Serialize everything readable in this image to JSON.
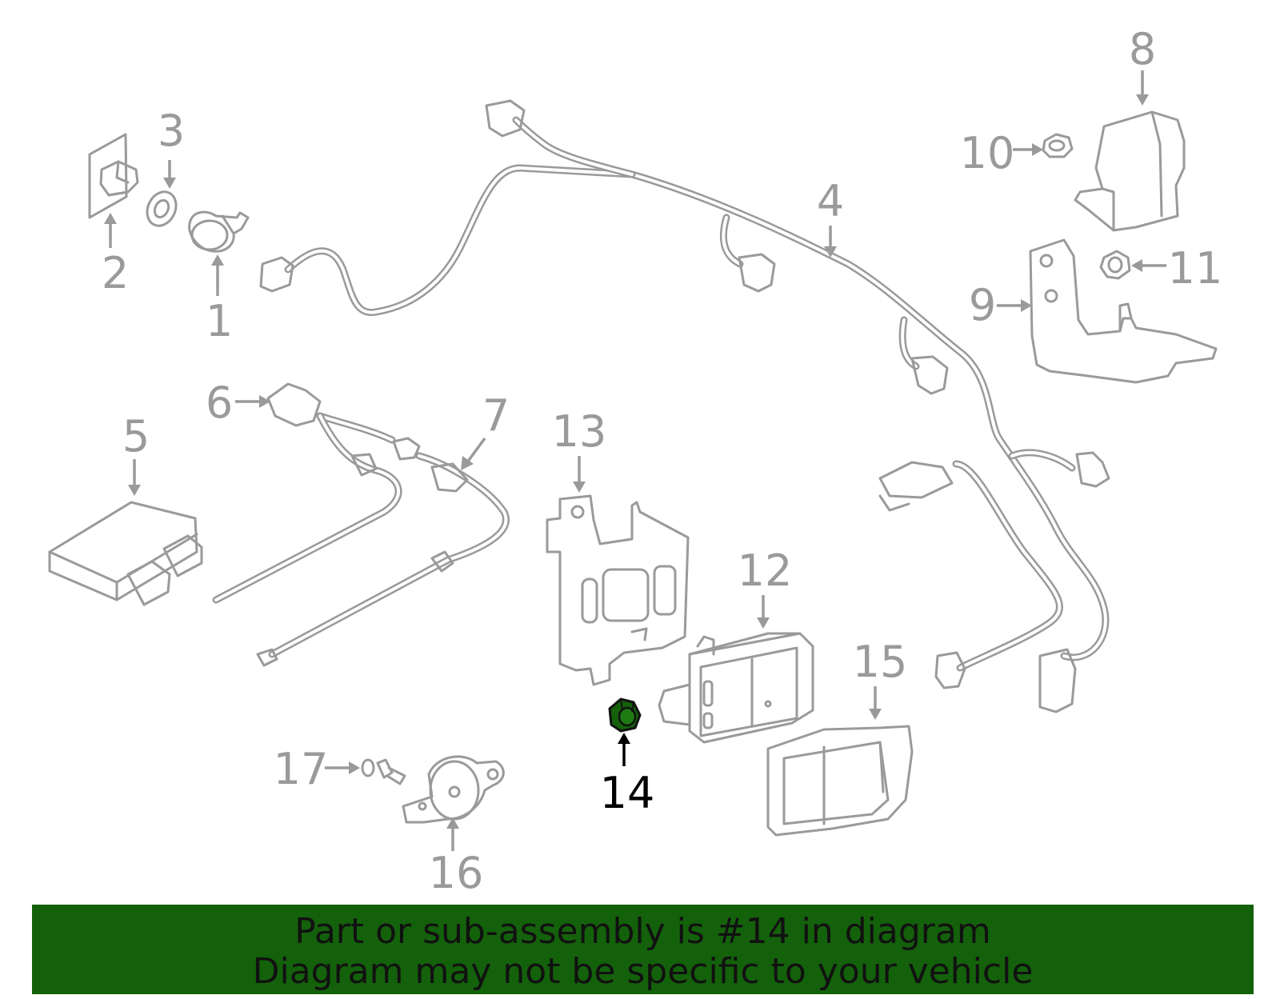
{
  "diagram": {
    "highlight_color": "#14610b",
    "callouts": [
      {
        "id": "1",
        "label": "1"
      },
      {
        "id": "2",
        "label": "2"
      },
      {
        "id": "3",
        "label": "3"
      },
      {
        "id": "4",
        "label": "4"
      },
      {
        "id": "5",
        "label": "5"
      },
      {
        "id": "6",
        "label": "6"
      },
      {
        "id": "7",
        "label": "7"
      },
      {
        "id": "8",
        "label": "8"
      },
      {
        "id": "9",
        "label": "9"
      },
      {
        "id": "10",
        "label": "10"
      },
      {
        "id": "11",
        "label": "11"
      },
      {
        "id": "12",
        "label": "12"
      },
      {
        "id": "13",
        "label": "13"
      },
      {
        "id": "14",
        "label": "14",
        "highlighted": true
      },
      {
        "id": "15",
        "label": "15"
      },
      {
        "id": "16",
        "label": "16"
      },
      {
        "id": "17",
        "label": "17"
      }
    ]
  },
  "banner": {
    "line1": "Part or sub-assembly is #14 in diagram",
    "line2": "Diagram may not be specific to your vehicle",
    "background": "#14610b"
  }
}
